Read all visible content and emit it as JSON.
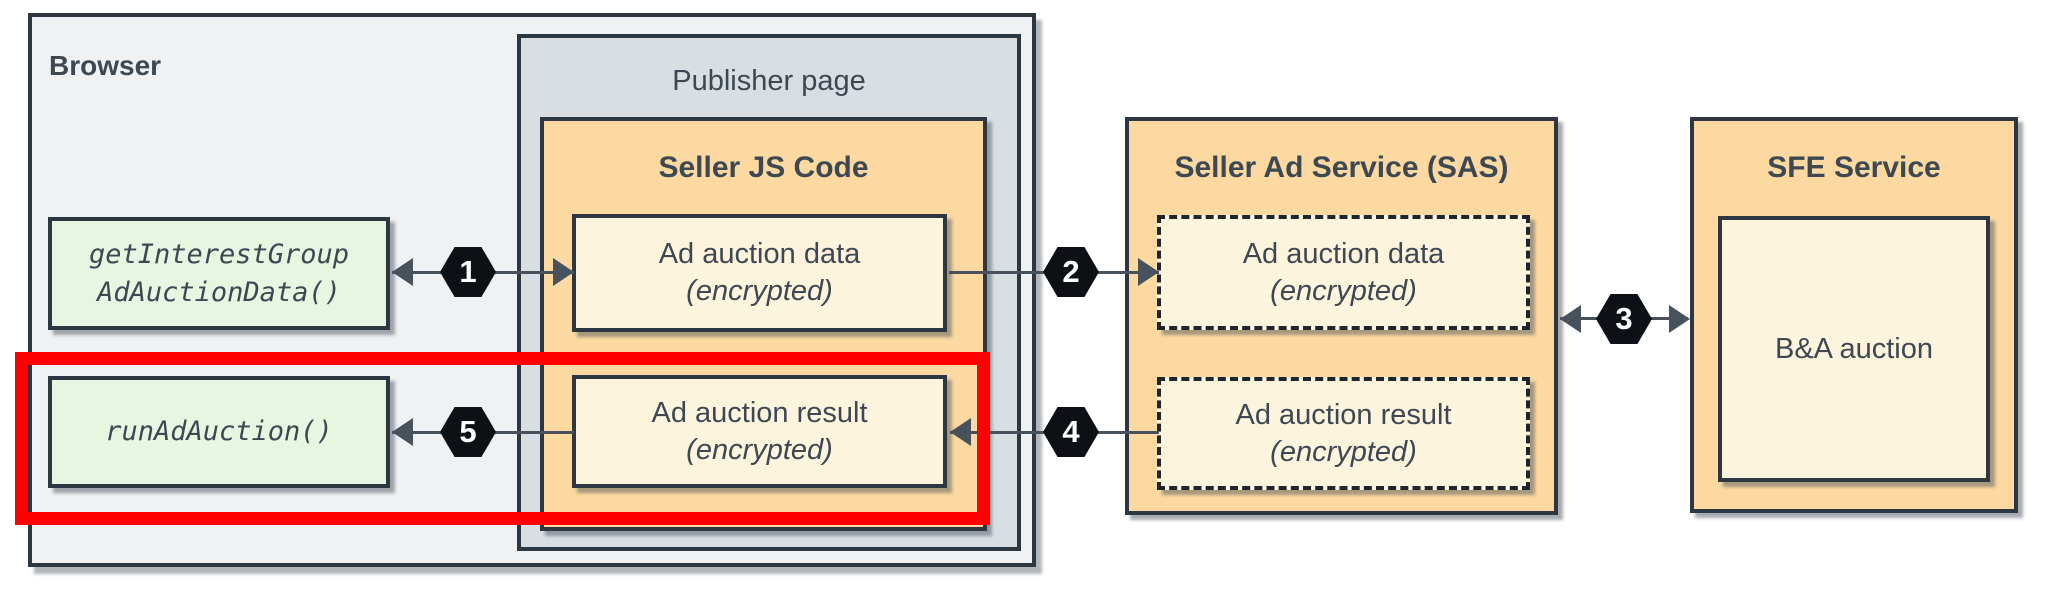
{
  "colors": {
    "browser_fill": "#eff1f3",
    "publisher_fill": "#d9dee3",
    "orange_fill": "#fbd9a0",
    "cream_fill": "#fdf4dd",
    "green_fill": "#e7f5e1",
    "box_border": "#2d3741",
    "text": "#3d4853",
    "arrow": "#47525d",
    "badge_fill": "#0d1116",
    "badge_text": "#ffffff",
    "highlight_red": "#fe0000"
  },
  "browser": {
    "label": "Browser"
  },
  "publisher": {
    "label": "Publisher page"
  },
  "seller_js": {
    "title": "Seller JS Code",
    "data_box": {
      "line1": "Ad auction data",
      "line2": "(encrypted)"
    },
    "result_box": {
      "line1": "Ad auction result",
      "line2": "(encrypted)"
    }
  },
  "browser_api": {
    "get_interest_group": {
      "line1": "getInterestGroup",
      "line2": "AdAuctionData()"
    },
    "run_ad_auction": "runAdAuction()"
  },
  "sas": {
    "title": "Seller Ad Service (SAS)",
    "data_box": {
      "line1": "Ad auction data",
      "line2": "(encrypted)"
    },
    "result_box": {
      "line1": "Ad auction result",
      "line2": "(encrypted)"
    }
  },
  "sfe": {
    "title": "SFE Service",
    "auction_box": "B&A auction"
  },
  "steps": {
    "s1": "1",
    "s2": "2",
    "s3": "3",
    "s4": "4",
    "s5": "5"
  }
}
